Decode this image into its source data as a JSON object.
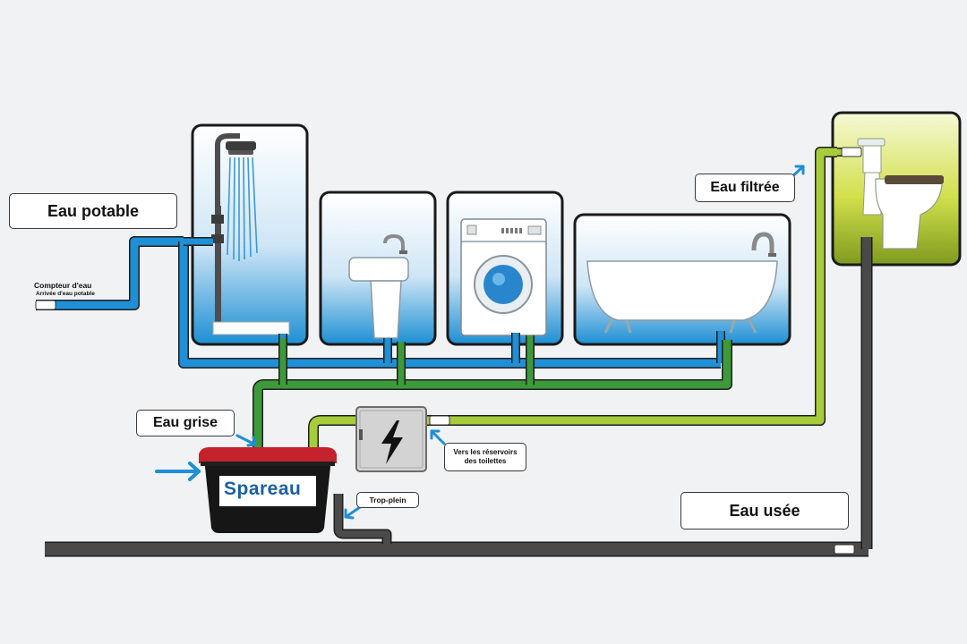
{
  "labels": {
    "eau_potable": "Eau potable",
    "compteur": "Compteur d'eau",
    "arrivee": "Arrivée d'eau potable",
    "eau_filtree": "Eau filtrée",
    "eau_grise": "Eau grise",
    "reservoirs": "Vers les réservoirs des toilettes",
    "trop_plein": "Trop-plein",
    "eau_usee": "Eau usée"
  },
  "brand": {
    "name": "Spareau"
  },
  "icons": {
    "power": "lightning-icon",
    "shower": "shower-icon",
    "sink": "sink-icon",
    "washer": "washing-machine-icon",
    "bath": "bathtub-icon",
    "toilet": "toilet-icon"
  },
  "colors": {
    "potable_pipe": "#1f8fd6",
    "grey_water_pipe": "#3d9a3a",
    "filtered_pipe": "#a7cc3a",
    "waste_pipe": "#4a4a4a",
    "tank": "#161616",
    "tank_lid": "#c4232b",
    "toilet_panel": "#c6d93a"
  }
}
